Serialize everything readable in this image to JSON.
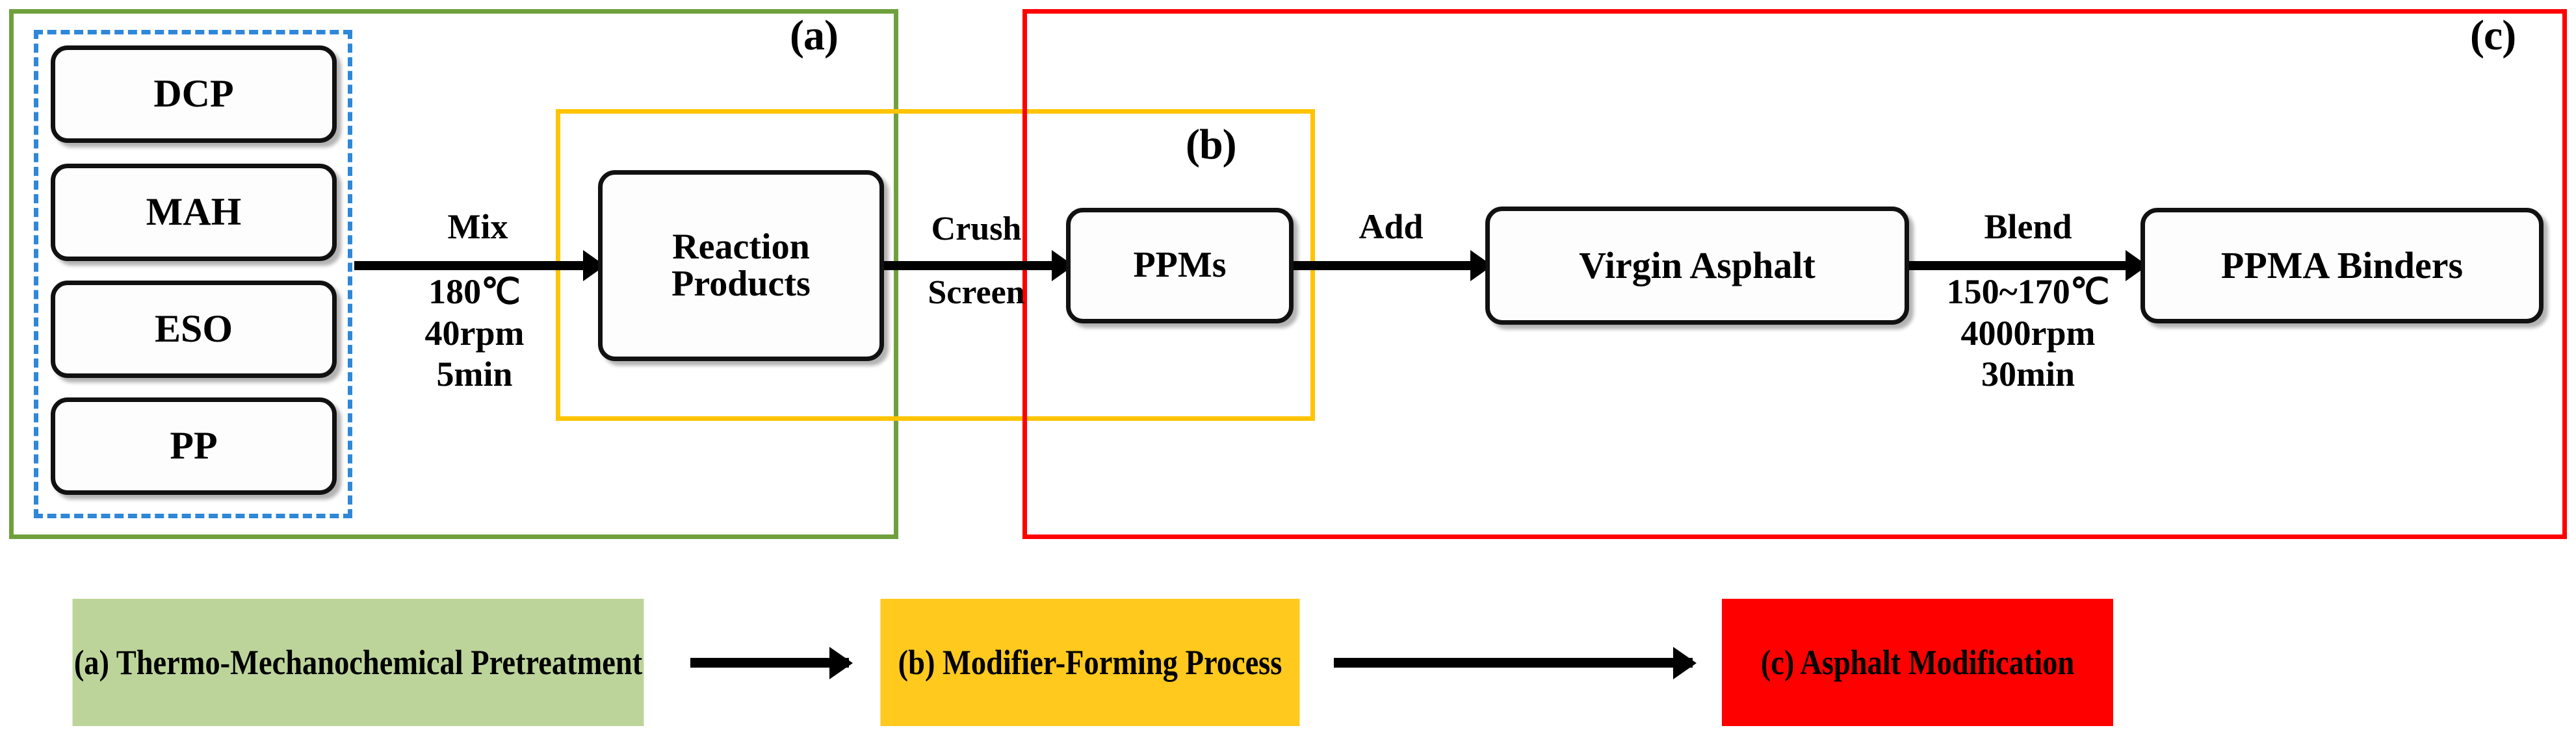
{
  "diagram": {
    "title": "PPMA binder preparation flow",
    "regions": [
      {
        "id": "a",
        "label": "(a)",
        "color": "#6fa03c"
      },
      {
        "id": "b",
        "label": "(b)",
        "color": "#ffc400"
      },
      {
        "id": "c",
        "label": "(c)",
        "color": "#ff0000"
      }
    ],
    "reagents": [
      {
        "label": "DCP"
      },
      {
        "label": "MAH"
      },
      {
        "label": "ESO"
      },
      {
        "label": "PP"
      }
    ],
    "reagent_group": {
      "border_color": "#2f87d8",
      "style": "dashed"
    },
    "nodes": {
      "reaction_products_line1": "Reaction",
      "reaction_products_line2": "Products",
      "ppms": "PPMs",
      "virgin_asphalt": "Virgin Asphalt",
      "ppma_binders": "PPMA Binders"
    },
    "steps": {
      "mix": {
        "action": "Mix",
        "conditions": "180℃\n40rpm\n5min",
        "temperature": "180℃",
        "speed": "40rpm",
        "time": "5min"
      },
      "crush_screen": {
        "action_line1": "Crush",
        "action_line2": "Screen"
      },
      "add": {
        "action": "Add"
      },
      "blend": {
        "action": "Blend",
        "conditions": "150~170℃\n4000rpm\n30min",
        "temperature": "150~170℃",
        "speed": "4000rpm",
        "time": "30min"
      }
    },
    "legend": [
      {
        "id": "a",
        "text": "(a) Thermo-Mechanochemical\nPretreatment",
        "color": "#bcd49a"
      },
      {
        "id": "b",
        "text": "(b) Modifier-Forming\nProcess",
        "color": "#ffc91e"
      },
      {
        "id": "c",
        "text": "(c) Asphalt\nModification",
        "color": "#fe0000"
      }
    ]
  }
}
